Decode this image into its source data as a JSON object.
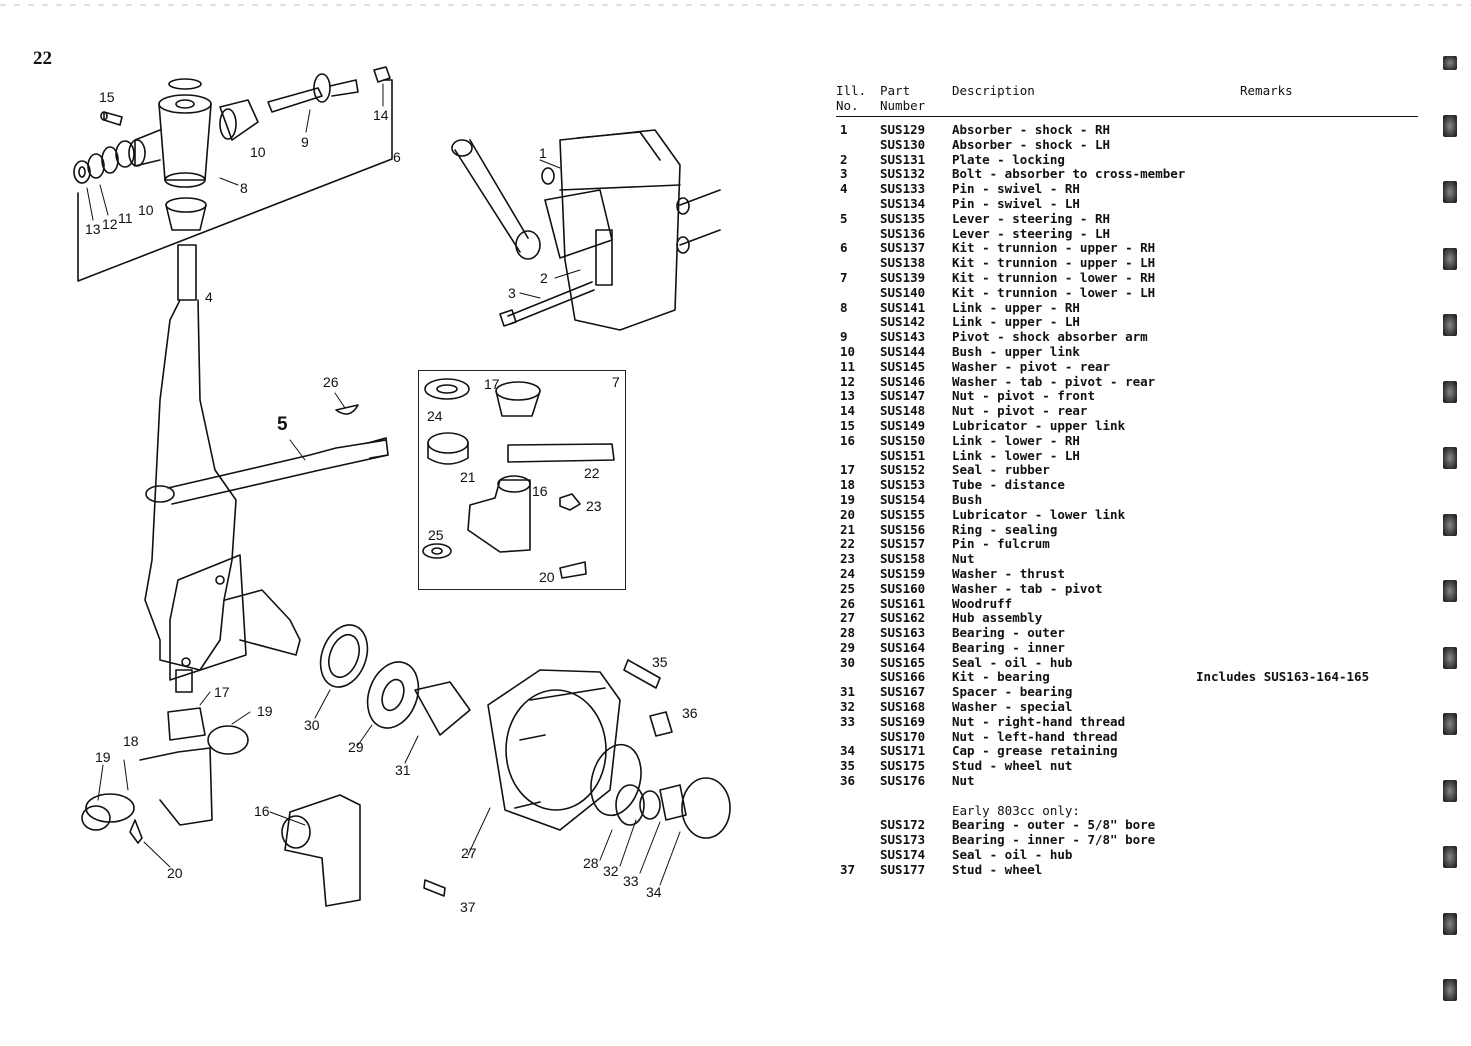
{
  "page": {
    "number": "22"
  },
  "table": {
    "headers": {
      "ill_no_line1": "Ill.",
      "ill_no_line2": "No.",
      "part_line1": "Part",
      "part_line2": "Number",
      "description": "Description",
      "remarks": "Remarks"
    },
    "rows": [
      {
        "ill": "1",
        "part": "SUS129",
        "desc": "Absorber - shock - RH",
        "rem": ""
      },
      {
        "ill": "",
        "part": "SUS130",
        "desc": "Absorber - shock - LH",
        "rem": ""
      },
      {
        "ill": "2",
        "part": "SUS131",
        "desc": "Plate - locking",
        "rem": ""
      },
      {
        "ill": "3",
        "part": "SUS132",
        "desc": "Bolt - absorber to cross-member",
        "rem": ""
      },
      {
        "ill": "4",
        "part": "SUS133",
        "desc": "Pin - swivel - RH",
        "rem": ""
      },
      {
        "ill": "",
        "part": "SUS134",
        "desc": "Pin - swivel - LH",
        "rem": ""
      },
      {
        "ill": "5",
        "part": "SUS135",
        "desc": "Lever - steering - RH",
        "rem": ""
      },
      {
        "ill": "",
        "part": "SUS136",
        "desc": "Lever - steering - LH",
        "rem": ""
      },
      {
        "ill": "6",
        "part": "SUS137",
        "desc": "Kit - trunnion - upper - RH",
        "rem": ""
      },
      {
        "ill": "",
        "part": "SUS138",
        "desc": "Kit - trunnion - upper - LH",
        "rem": ""
      },
      {
        "ill": "7",
        "part": "SUS139",
        "desc": "Kit - trunnion - lower - RH",
        "rem": ""
      },
      {
        "ill": "",
        "part": "SUS140",
        "desc": "Kit - trunnion - lower - LH",
        "rem": ""
      },
      {
        "ill": "8",
        "part": "SUS141",
        "desc": "Link - upper - RH",
        "rem": ""
      },
      {
        "ill": "",
        "part": "SUS142",
        "desc": "Link - upper - LH",
        "rem": ""
      },
      {
        "ill": "9",
        "part": "SUS143",
        "desc": "Pivot - shock absorber arm",
        "rem": ""
      },
      {
        "ill": "10",
        "part": "SUS144",
        "desc": "Bush - upper link",
        "rem": ""
      },
      {
        "ill": "11",
        "part": "SUS145",
        "desc": "Washer - pivot - rear",
        "rem": ""
      },
      {
        "ill": "12",
        "part": "SUS146",
        "desc": "Washer - tab - pivot - rear",
        "rem": ""
      },
      {
        "ill": "13",
        "part": "SUS147",
        "desc": "Nut - pivot - front",
        "rem": ""
      },
      {
        "ill": "14",
        "part": "SUS148",
        "desc": "Nut - pivot - rear",
        "rem": ""
      },
      {
        "ill": "15",
        "part": "SUS149",
        "desc": "Lubricator - upper link",
        "rem": ""
      },
      {
        "ill": "16",
        "part": "SUS150",
        "desc": "Link - lower - RH",
        "rem": ""
      },
      {
        "ill": "",
        "part": "SUS151",
        "desc": "Link - lower - LH",
        "rem": ""
      },
      {
        "ill": "17",
        "part": "SUS152",
        "desc": "Seal - rubber",
        "rem": ""
      },
      {
        "ill": "18",
        "part": "SUS153",
        "desc": "Tube - distance",
        "rem": ""
      },
      {
        "ill": "19",
        "part": "SUS154",
        "desc": "Bush",
        "rem": ""
      },
      {
        "ill": "20",
        "part": "SUS155",
        "desc": "Lubricator - lower link",
        "rem": ""
      },
      {
        "ill": "21",
        "part": "SUS156",
        "desc": "Ring - sealing",
        "rem": ""
      },
      {
        "ill": "22",
        "part": "SUS157",
        "desc": "Pin - fulcrum",
        "rem": ""
      },
      {
        "ill": "23",
        "part": "SUS158",
        "desc": "Nut",
        "rem": ""
      },
      {
        "ill": "24",
        "part": "SUS159",
        "desc": "Washer - thrust",
        "rem": ""
      },
      {
        "ill": "25",
        "part": "SUS160",
        "desc": "Washer - tab - pivot",
        "rem": ""
      },
      {
        "ill": "26",
        "part": "SUS161",
        "desc": "Woodruff",
        "rem": ""
      },
      {
        "ill": "27",
        "part": "SUS162",
        "desc": "Hub assembly",
        "rem": ""
      },
      {
        "ill": "28",
        "part": "SUS163",
        "desc": "Bearing - outer",
        "rem": ""
      },
      {
        "ill": "29",
        "part": "SUS164",
        "desc": "Bearing - inner",
        "rem": ""
      },
      {
        "ill": "30",
        "part": "SUS165",
        "desc": "Seal - oil - hub",
        "rem": ""
      },
      {
        "ill": "",
        "part": "SUS166",
        "desc": "Kit - bearing",
        "rem": "Includes SUS163-164-165"
      },
      {
        "ill": "31",
        "part": "SUS167",
        "desc": "Spacer - bearing",
        "rem": ""
      },
      {
        "ill": "32",
        "part": "SUS168",
        "desc": "Washer - special",
        "rem": ""
      },
      {
        "ill": "33",
        "part": "SUS169",
        "desc": "Nut - right-hand thread",
        "rem": ""
      },
      {
        "ill": "",
        "part": "SUS170",
        "desc": "Nut - left-hand thread",
        "rem": ""
      },
      {
        "ill": "34",
        "part": "SUS171",
        "desc": "Cap - grease retaining",
        "rem": ""
      },
      {
        "ill": "35",
        "part": "SUS175",
        "desc": "Stud - wheel nut",
        "rem": ""
      },
      {
        "ill": "36",
        "part": "SUS176",
        "desc": "Nut",
        "rem": ""
      }
    ],
    "note": "Early 803cc only:",
    "early_rows": [
      {
        "ill": "",
        "part": "SUS172",
        "desc": "Bearing - outer - 5/8\" bore",
        "rem": ""
      },
      {
        "ill": "",
        "part": "SUS173",
        "desc": "Bearing - inner - 7/8\" bore",
        "rem": ""
      },
      {
        "ill": "",
        "part": "SUS174",
        "desc": "Seal - oil - hub",
        "rem": ""
      },
      {
        "ill": "37",
        "part": "SUS177",
        "desc": "Stud - wheel",
        "rem": ""
      }
    ]
  },
  "diagram": {
    "callouts": {
      "c1": "1",
      "c2": "2",
      "c3": "3",
      "c4": "4",
      "c5": "5",
      "c6": "6",
      "c7": "7",
      "c8": "8",
      "c9": "9",
      "c10a": "10",
      "c10b": "10",
      "c11": "11",
      "c12": "12",
      "c13": "13",
      "c14": "14",
      "c15": "15",
      "c16a": "16",
      "c16b": "16",
      "c17a": "17",
      "c17b": "17",
      "c18": "18",
      "c19a": "19",
      "c19b": "19",
      "c20a": "20",
      "c20b": "20",
      "c21": "21",
      "c22": "22",
      "c23": "23",
      "c24": "24",
      "c25": "25",
      "c26": "26",
      "c27": "27",
      "c28": "28",
      "c29": "29",
      "c30": "30",
      "c31": "31",
      "c32": "32",
      "c33": "33",
      "c34": "34",
      "c35": "35",
      "c36": "36",
      "c37": "37"
    }
  },
  "edge_tabs": {
    "count": 15
  }
}
